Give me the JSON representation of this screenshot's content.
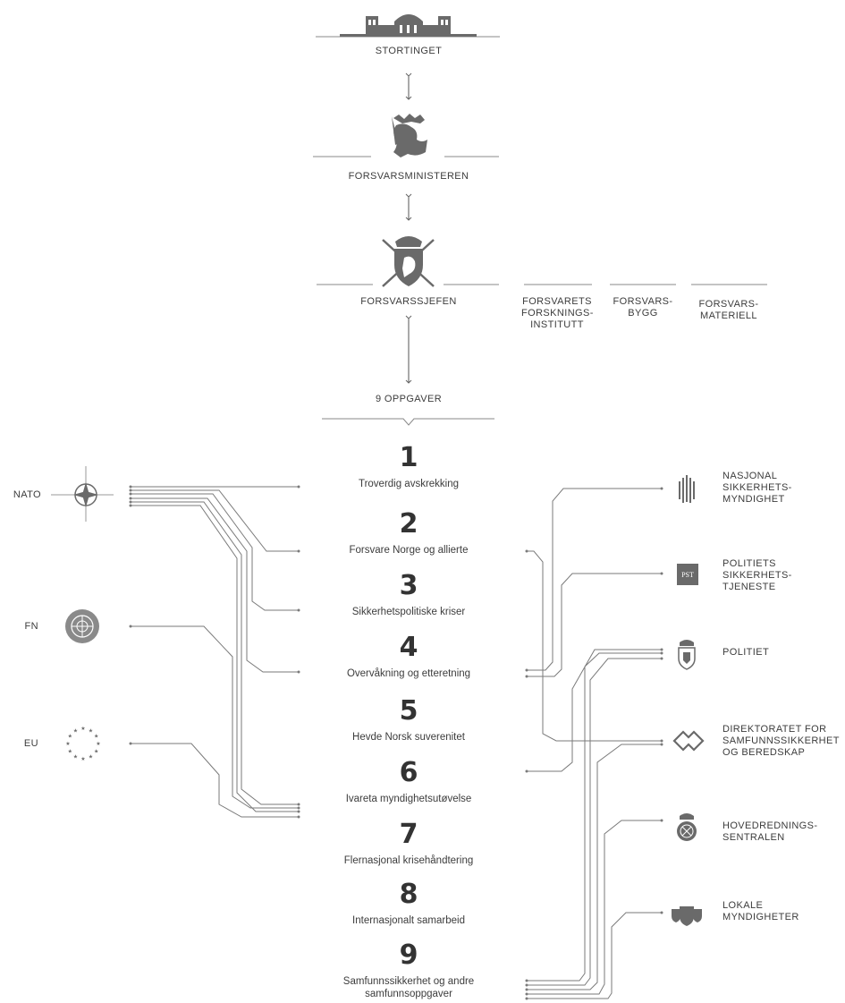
{
  "top_chain": {
    "stortinget": "STORTINGET",
    "ministeren": "FORSVARSMINISTEREN",
    "sjefen": "FORSVARSSJEFEN",
    "oppgaver": "9 OPPGAVER"
  },
  "side_agencies": [
    "FORSVARETS FORSKNINGS- INSTITUTT",
    "FORSVARS- BYGG",
    "FORSVARS- MATERIELL"
  ],
  "tasks": [
    {
      "num": "1",
      "label": "Troverdig avskrekking"
    },
    {
      "num": "2",
      "label": "Forsvare Norge og allierte"
    },
    {
      "num": "3",
      "label": "Sikkerhetspolitiske kriser"
    },
    {
      "num": "4",
      "label": "Overvåkning og etteretning"
    },
    {
      "num": "5",
      "label": "Hevde Norsk suverenitet"
    },
    {
      "num": "6",
      "label": "Ivareta myndighetsutøvelse"
    },
    {
      "num": "7",
      "label": "Flernasjonal krisehåndtering"
    },
    {
      "num": "8",
      "label": "Internasjonalt samarbeid"
    },
    {
      "num": "9",
      "label": "Samfunnssikkerhet og andre samfunnsoppgaver"
    }
  ],
  "left_partners": [
    {
      "label": "NATO",
      "icon": "nato-compass-icon"
    },
    {
      "label": "FN",
      "icon": "un-emblem-icon"
    },
    {
      "label": "EU",
      "icon": "eu-stars-icon"
    }
  ],
  "right_partners": [
    {
      "label": "NASJONAL SIKKERHETS- MYNDIGHET",
      "icon": "nsm-logo-icon"
    },
    {
      "label": "POLITIETS SIKKERHETS- TJENESTE",
      "icon": "pst-logo-icon"
    },
    {
      "label": "POLITIET",
      "icon": "police-crest-icon"
    },
    {
      "label": "DIREKTORATET FOR SAMFUNNSSIKKERHET OG BEREDSKAP",
      "icon": "dsb-logo-icon"
    },
    {
      "label": "HOVEDREDNINGS- SENTRALEN",
      "icon": "rescue-crest-icon"
    },
    {
      "label": "LOKALE MYNDIGHETER",
      "icon": "shields-icon"
    }
  ],
  "pst_logo_text": "PST",
  "colors": {
    "line": "#7a7a7a",
    "text": "#3c3c3c",
    "icon": "#6a6a6a"
  }
}
